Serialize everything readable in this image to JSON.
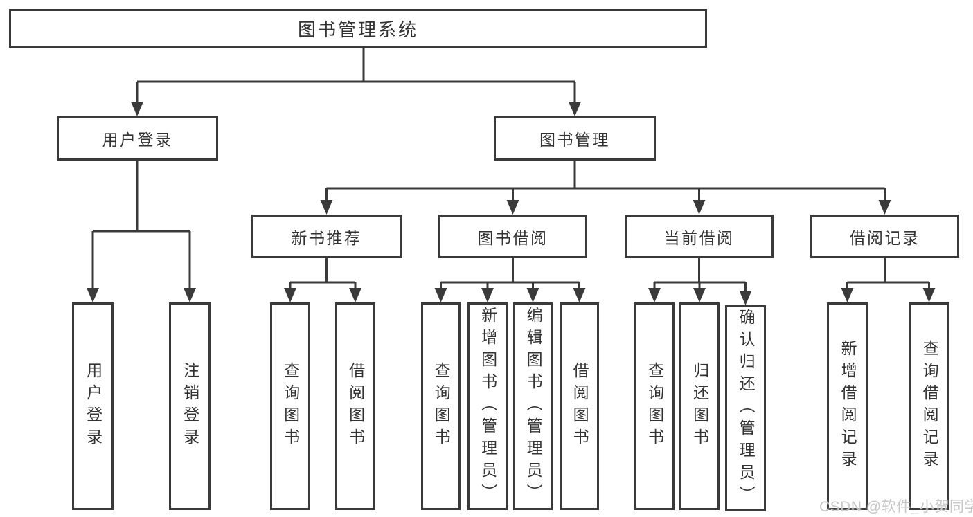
{
  "diagram_title": "图书管理系统",
  "tree": {
    "label": "图书管理系统",
    "children": [
      {
        "label": "用户登录",
        "children": [
          {
            "label": "用户登录"
          },
          {
            "label": "注销登录"
          }
        ]
      },
      {
        "label": "图书管理",
        "children": [
          {
            "label": "新书推荐",
            "children": [
              {
                "label": "查询图书"
              },
              {
                "label": "借阅图书"
              }
            ]
          },
          {
            "label": "图书借阅",
            "children": [
              {
                "label": "查询图书"
              },
              {
                "label": "新增图书（管理员）"
              },
              {
                "label": "编辑图书（管理员）"
              },
              {
                "label": "借阅图书"
              }
            ]
          },
          {
            "label": "当前借阅",
            "children": [
              {
                "label": "查询图书"
              },
              {
                "label": "归还图书"
              },
              {
                "label": "确认归还（管理员）"
              }
            ]
          },
          {
            "label": "借阅记录",
            "children": [
              {
                "label": "新增借阅记录"
              },
              {
                "label": "查询借阅记录"
              }
            ]
          }
        ]
      }
    ]
  },
  "watermark": "CSDN @软件_小贺同学",
  "colors": {
    "line": "#3a3a3a",
    "box_border": "#3a3a3a",
    "text": "#333333",
    "background": "#ffffff",
    "watermark": "#c7c7c7"
  }
}
